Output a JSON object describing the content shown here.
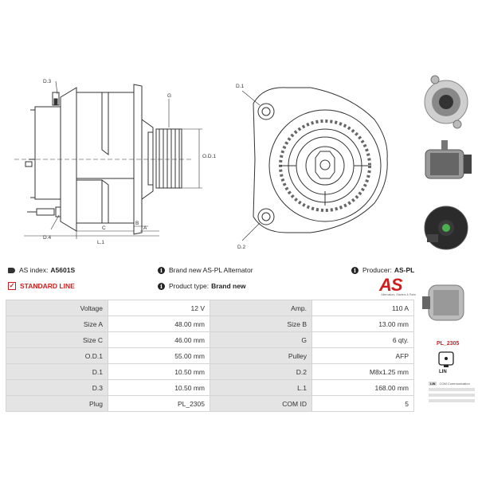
{
  "drawing": {
    "labels": {
      "d3": "D.3",
      "d4": "D.4",
      "g": "G",
      "od1": "O.D.1",
      "c": "C",
      "b": "B",
      "a": "A",
      "l1": "L.1",
      "d1": "D.1",
      "d2": "D.2"
    }
  },
  "info": {
    "as_index_label": "AS index:",
    "as_index_value": "A5601S",
    "brand_text": "Brand new AS-PL Alternator",
    "producer_label": "Producer:",
    "producer_value": "AS-PL",
    "standard_line": "STANDARD LINE",
    "product_type_label": "Product type:",
    "product_type_value": "Brand new"
  },
  "logo": {
    "mark": "AS",
    "tagline": "Alternators, Starters & Parts"
  },
  "specs": {
    "rows": [
      [
        "Voltage",
        "12 V",
        "Amp.",
        "110 A"
      ],
      [
        "Size A",
        "48.00 mm",
        "Size B",
        "13.00 mm"
      ],
      [
        "Size C",
        "46.00 mm",
        "G",
        "6 qty."
      ],
      [
        "O.D.1",
        "55.00 mm",
        "Pulley",
        "AFP"
      ],
      [
        "D.1",
        "10.50 mm",
        "D.2",
        "M8x1.25 mm"
      ],
      [
        "D.3",
        "10.50 mm",
        "L.1",
        "168.00 mm"
      ],
      [
        "Plug",
        "PL_2305",
        "COM ID",
        "5"
      ]
    ]
  },
  "plug": {
    "code": "PL_2305",
    "pin_label": "LIN",
    "legend": [
      {
        "key": "LIN",
        "text": "COM Communication"
      }
    ]
  },
  "colors": {
    "accent": "#d11c1c",
    "table_key_bg": "#e4e4e4",
    "border": "#d4d4d4"
  },
  "icons": [
    "tag-icon",
    "info-icon",
    "check-icon"
  ]
}
